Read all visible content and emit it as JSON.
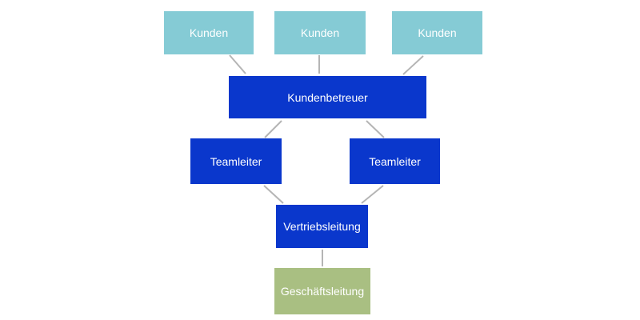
{
  "diagram": {
    "type": "org-chart",
    "nodes": [
      {
        "id": "kunden-1",
        "label": "Kunden",
        "level": "customers",
        "color": "#85cbd5"
      },
      {
        "id": "kunden-2",
        "label": "Kunden",
        "level": "customers",
        "color": "#85cbd5"
      },
      {
        "id": "kunden-3",
        "label": "Kunden",
        "level": "customers",
        "color": "#85cbd5"
      },
      {
        "id": "kundenbetreuer",
        "label": "Kundenbetreuer",
        "level": "staff",
        "color": "#0a37cc"
      },
      {
        "id": "teamleiter-1",
        "label": "Teamleiter",
        "level": "team-lead",
        "color": "#0a37cc"
      },
      {
        "id": "teamleiter-2",
        "label": "Teamleiter",
        "level": "team-lead",
        "color": "#0a37cc"
      },
      {
        "id": "vertriebsleitung",
        "label": "Vertriebsleitung",
        "level": "sales-mgmt",
        "color": "#0a37cc"
      },
      {
        "id": "geschaeftsleitung",
        "label": "Geschäftsleitung",
        "level": "executive",
        "color": "#a9bf82"
      }
    ],
    "edges": [
      {
        "from": "kunden-1",
        "to": "kundenbetreuer"
      },
      {
        "from": "kunden-2",
        "to": "kundenbetreuer"
      },
      {
        "from": "kunden-3",
        "to": "kundenbetreuer"
      },
      {
        "from": "kundenbetreuer",
        "to": "teamleiter-1"
      },
      {
        "from": "kundenbetreuer",
        "to": "teamleiter-2"
      },
      {
        "from": "teamleiter-1",
        "to": "vertriebsleitung"
      },
      {
        "from": "teamleiter-2",
        "to": "vertriebsleitung"
      },
      {
        "from": "vertriebsleitung",
        "to": "geschaeftsleitung"
      }
    ],
    "colors": {
      "customer_box": "#85cbd5",
      "primary_box": "#0a37cc",
      "executive_box": "#a9bf82",
      "connector_line": "#b5b5b5",
      "box_text": "#ffffff",
      "background": "#ffffff"
    }
  }
}
